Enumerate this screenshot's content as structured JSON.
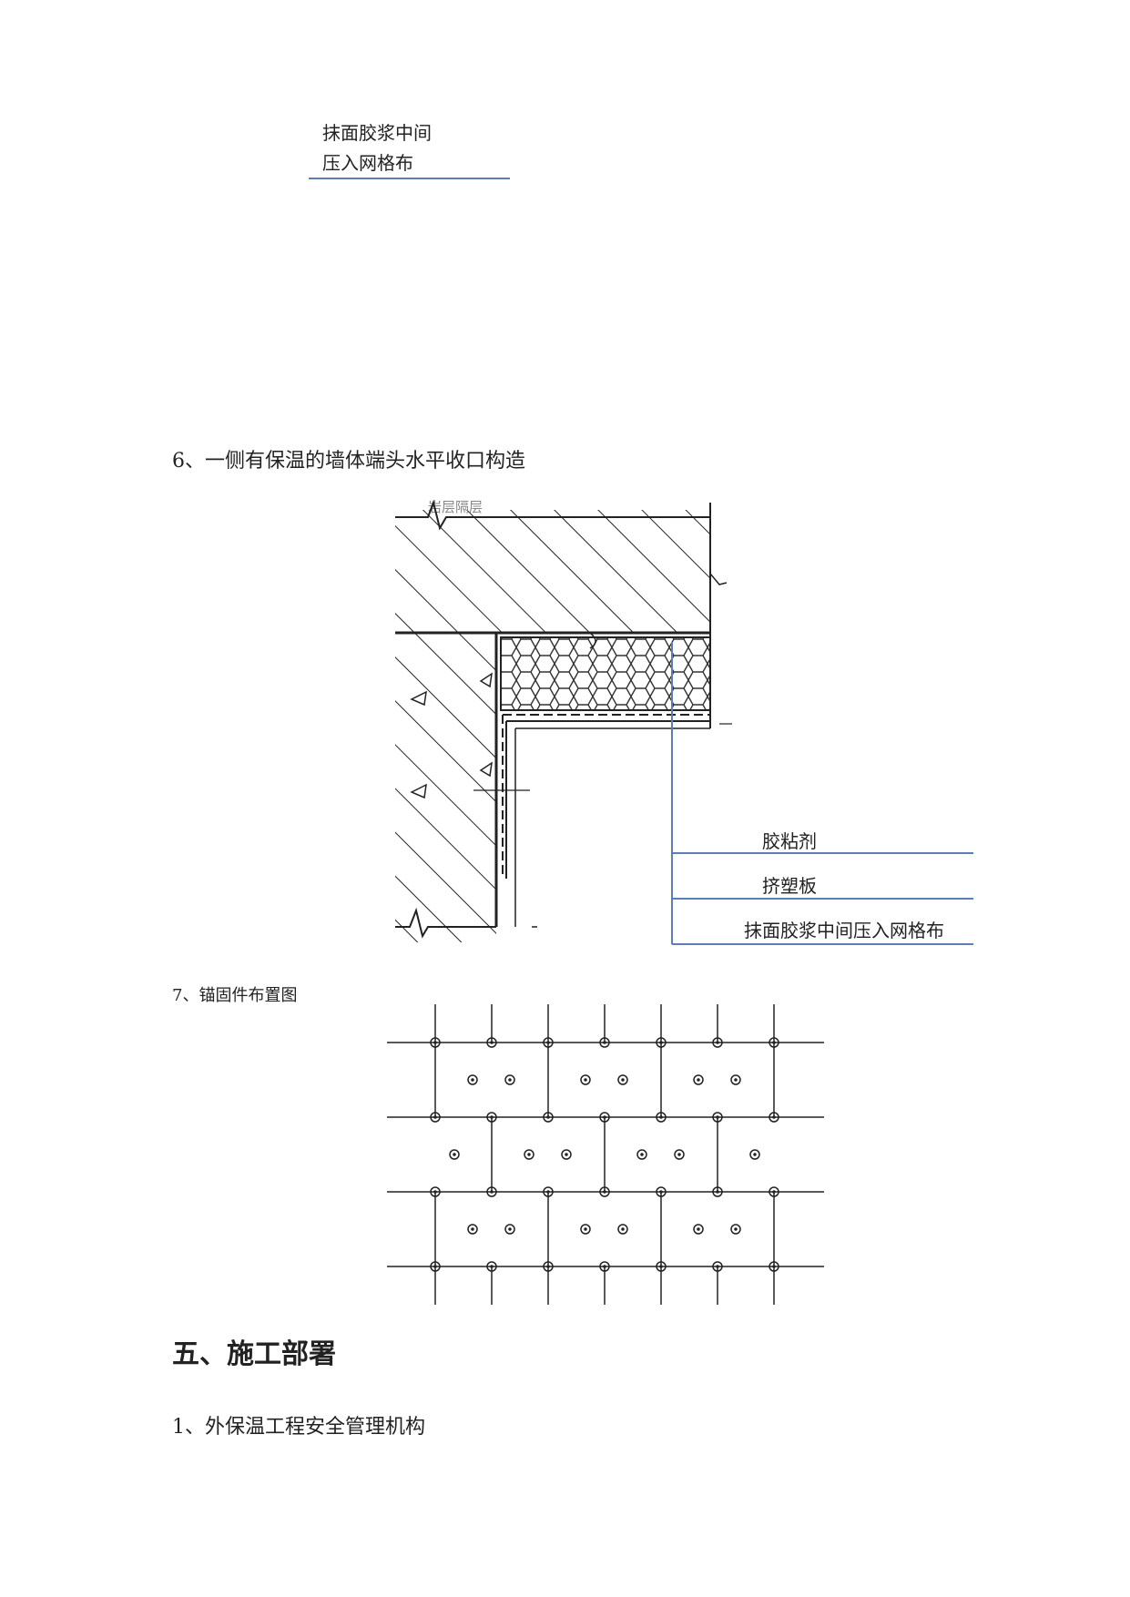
{
  "top_callout": {
    "line1": "抹面胶浆中间",
    "line2": "压入网格布",
    "line_color": "#5b7fb5"
  },
  "section6": {
    "heading": "6、一侧有保温的墙体端头水平收口构造",
    "drawing_label_top": "岩层隔层",
    "callouts": [
      "胶粘剂",
      "挤塑板",
      "抹面胶浆中间压入网格布"
    ],
    "callout_color": "#5b7fb5"
  },
  "section7": {
    "heading": "7、锚固件布置图"
  },
  "chapter5": {
    "title": "五、施工部署",
    "item1": "1、外保温工程安全管理机构"
  }
}
